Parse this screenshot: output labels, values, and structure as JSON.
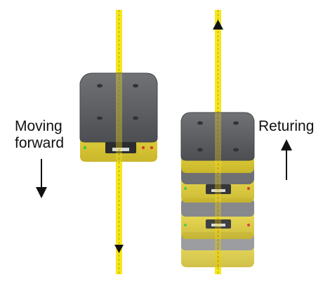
{
  "labels": {
    "moving_forward_line1": "Moving",
    "moving_forward_line2": "forward",
    "returning": "Returing"
  },
  "colors": {
    "track": "#f5e61b",
    "track_dash": "#b79f10",
    "robot_top": "#5b5d61",
    "robot_top_edge": "#45474a",
    "robot_body": "#e4d23a",
    "robot_body_dark": "#b5a21e",
    "arrow": "#111111",
    "text": "#111111"
  },
  "icons": {
    "forward_arrow": "arrow-down-icon",
    "return_arrow": "arrow-up-icon"
  }
}
